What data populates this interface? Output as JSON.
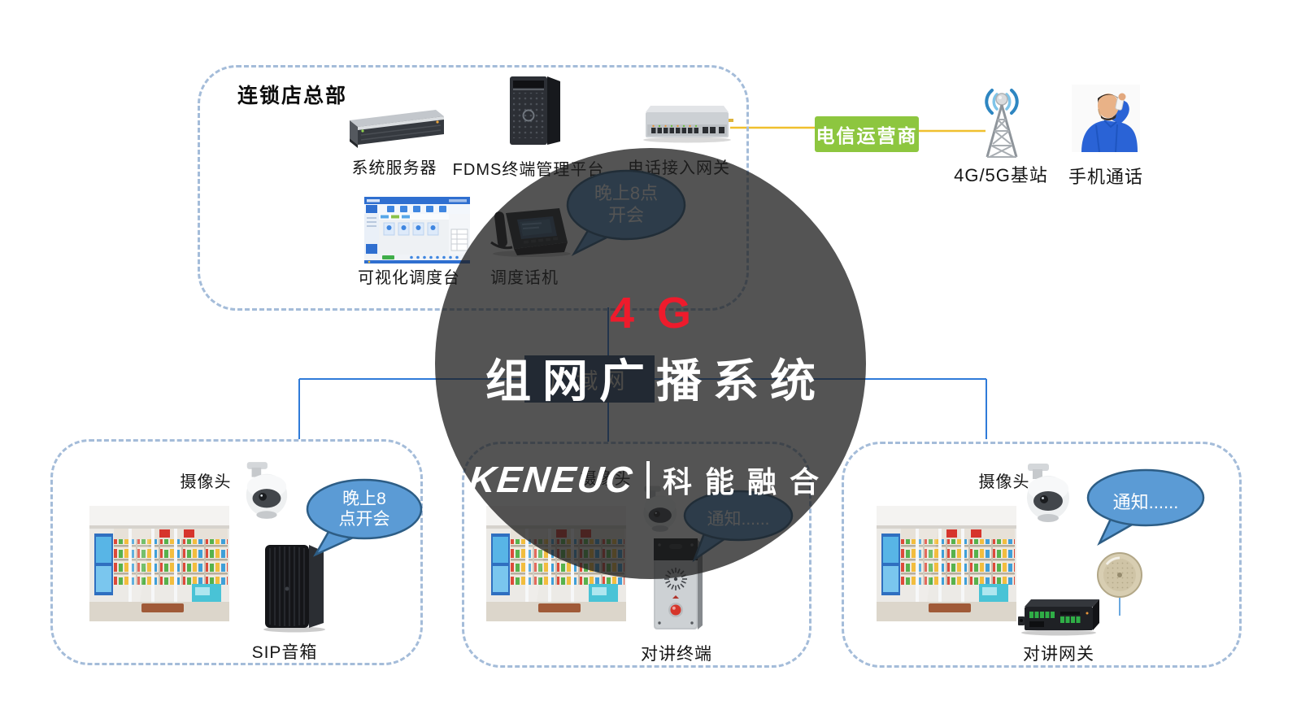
{
  "headquarters": {
    "title": "连锁店总部",
    "system_server_label": "系统服务器",
    "fdms_platform_label": "FDMS终端管理平台",
    "phone_gateway_label": "电话接入网关",
    "dispatch_console_label": "可视化调度台",
    "dispatch_phone_label": "调度话机",
    "bubble": {
      "line1": "晚上8点",
      "line2": "开会"
    }
  },
  "carrier": {
    "label": "电信运营商"
  },
  "base_station": {
    "label": "4G/5G基站"
  },
  "mobile_call": {
    "label": "手机通话"
  },
  "wan": {
    "label": "广域网"
  },
  "overlay": {
    "tech": "4G",
    "system_title": "组网广播系统",
    "brand_en": "KENEUC",
    "brand_cn": "科能融合"
  },
  "branch_left": {
    "camera_label": "摄像头",
    "bubble": {
      "line1": "晚上8",
      "line2": "点开会"
    },
    "device_label": "SIP音箱"
  },
  "branch_middle": {
    "camera_label": "摄像头",
    "bubble": {
      "line1": "通知......"
    },
    "device_label": "对讲终端"
  },
  "branch_right": {
    "camera_label": "摄像头",
    "bubble": {
      "line1": "通知......"
    },
    "device_label": "对讲网关"
  },
  "colors": {
    "bubble_blue": "#5b9bd5",
    "carrier_green": "#8dc63f",
    "line_blue": "#2f7bd9",
    "line_yellow": "#f0c02e",
    "tech_red": "#ee1b2c",
    "wan_navy": "#2e4d74"
  }
}
